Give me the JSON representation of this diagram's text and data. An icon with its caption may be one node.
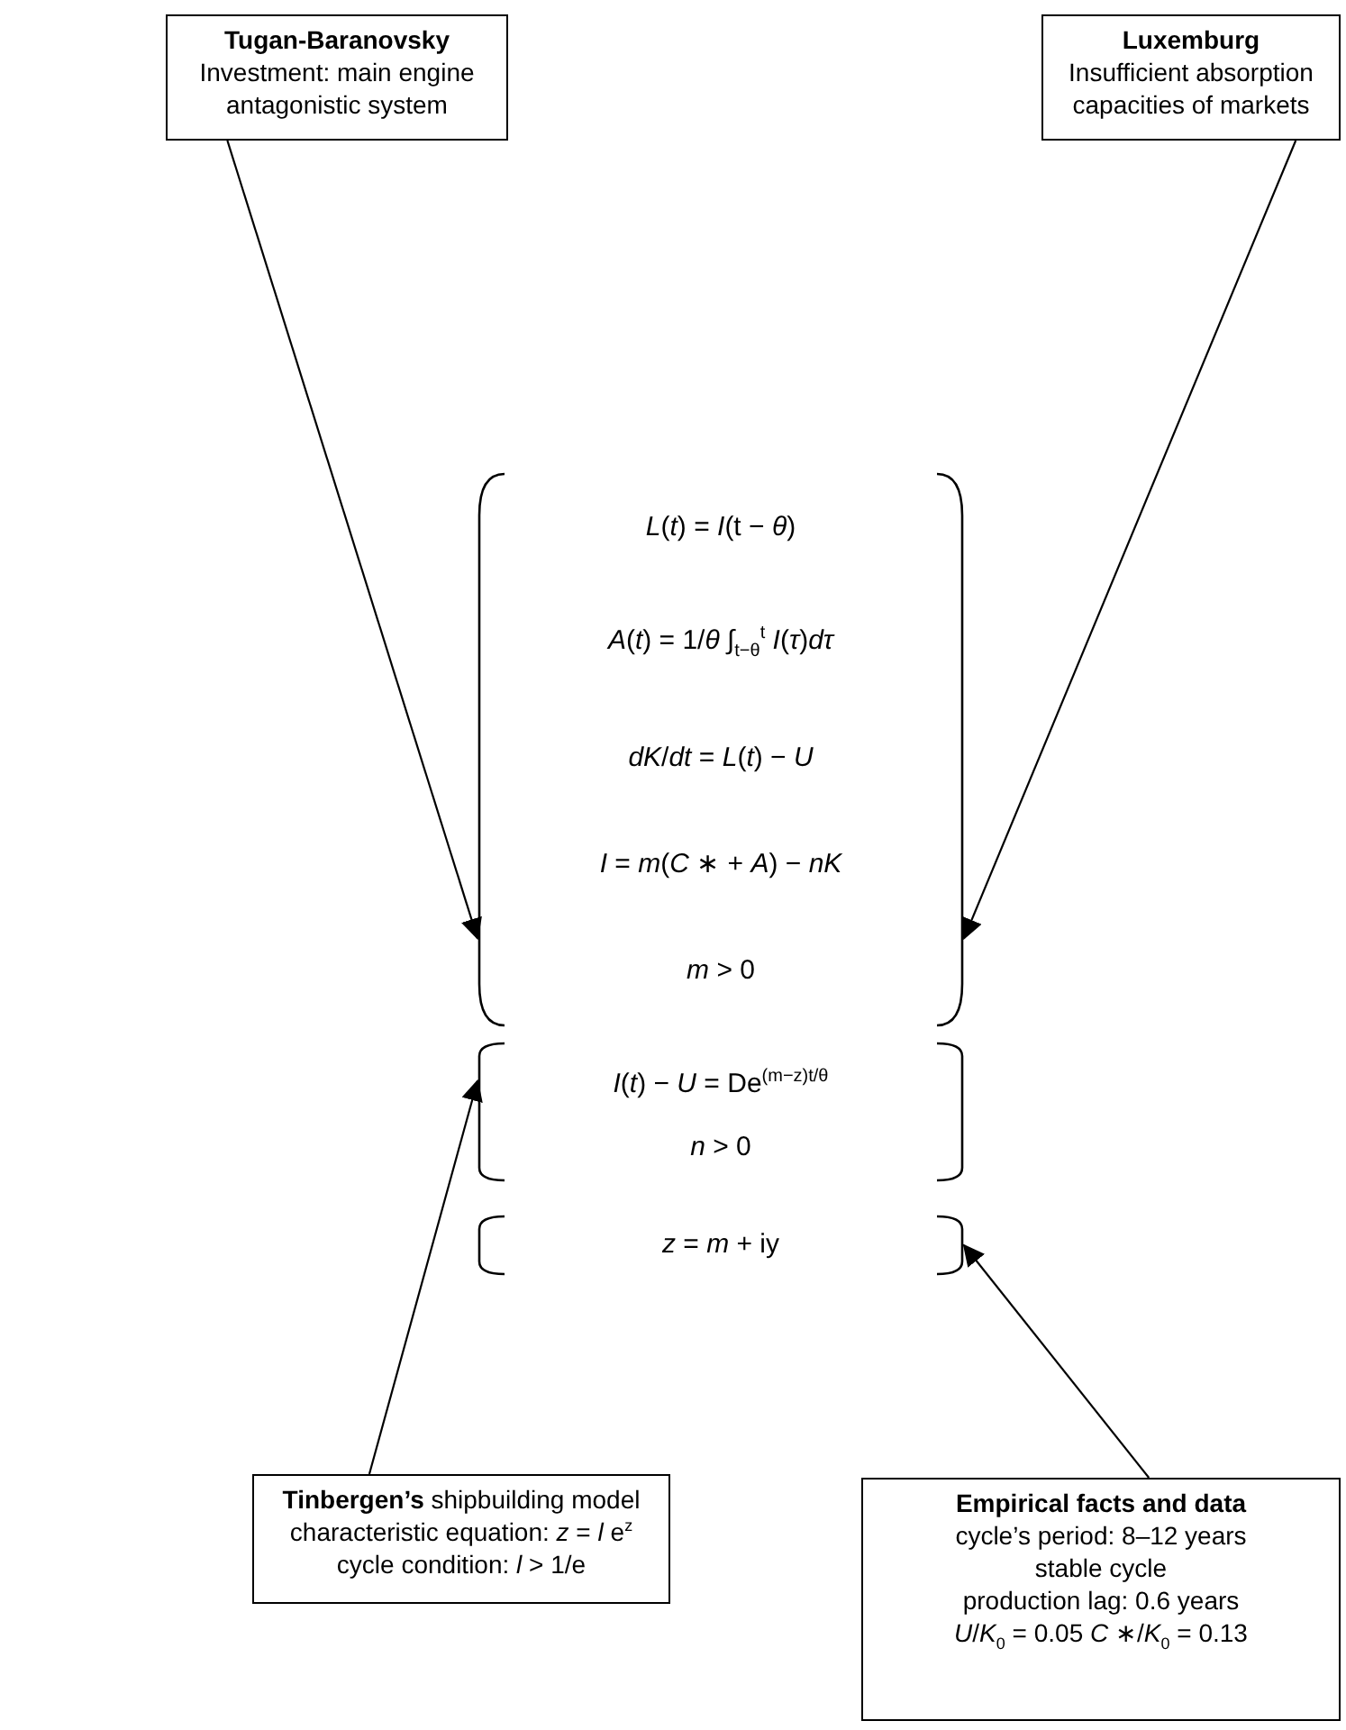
{
  "diagram": {
    "nodes": [
      {
        "text": [
          "Tugan-Baranovsky",
          "Investment: main engine antagonistic system"
        ]
      },
      {
        "text": [
          "Luxemburg",
          "Insufficient absorption capacities of markets"
        ]
      },
      {
        "text": [
          "*L*(*t*) = *I*(t − *θ*)",
          "*A*(*t*) = 1/*θ* ∫$_{t−θ}$$^{t}$ *I*(*τ*)*dτ*",
          "*dK*/*dt* = *L*(*t*) − *U*",
          "*I* = *m*(*C* ∗ + *A*) − *nK*",
          "*m* > 0"
        ]
      },
      {
        "text": [
          "*I*(*t*) − *U* = De$^{(m−z)t/θ}$",
          "*n* > 0"
        ]
      },
      {
        "text": [
          "*z* = *m* + iy"
        ]
      },
      {
        "text": [
          "**Tinbergen’s** shipbuilding model",
          "characteristic equation: *z* = *l* e$^{z}$",
          "cycle condition: *l* > 1/e"
        ]
      },
      {
        "text": [
          "Empirical facts and data",
          "cycle’s period: 8–12 years",
          "stable cycle",
          "production lag: 0.6 years",
          "*U*/*K*$_{0}$ = 0.05   *C* ∗/*K*$_{0}$ = 0.13"
        ]
      }
    ],
    "edges": [
      {
        "from": 0,
        "to": 2,
        "arrow": "to"
      },
      {
        "from": 1,
        "to": 2,
        "arrow": "to"
      },
      {
        "from": 5,
        "to": 3,
        "arrow": "to"
      },
      {
        "from": 6,
        "to": 4,
        "arrow": "to"
      }
    ]
  }
}
